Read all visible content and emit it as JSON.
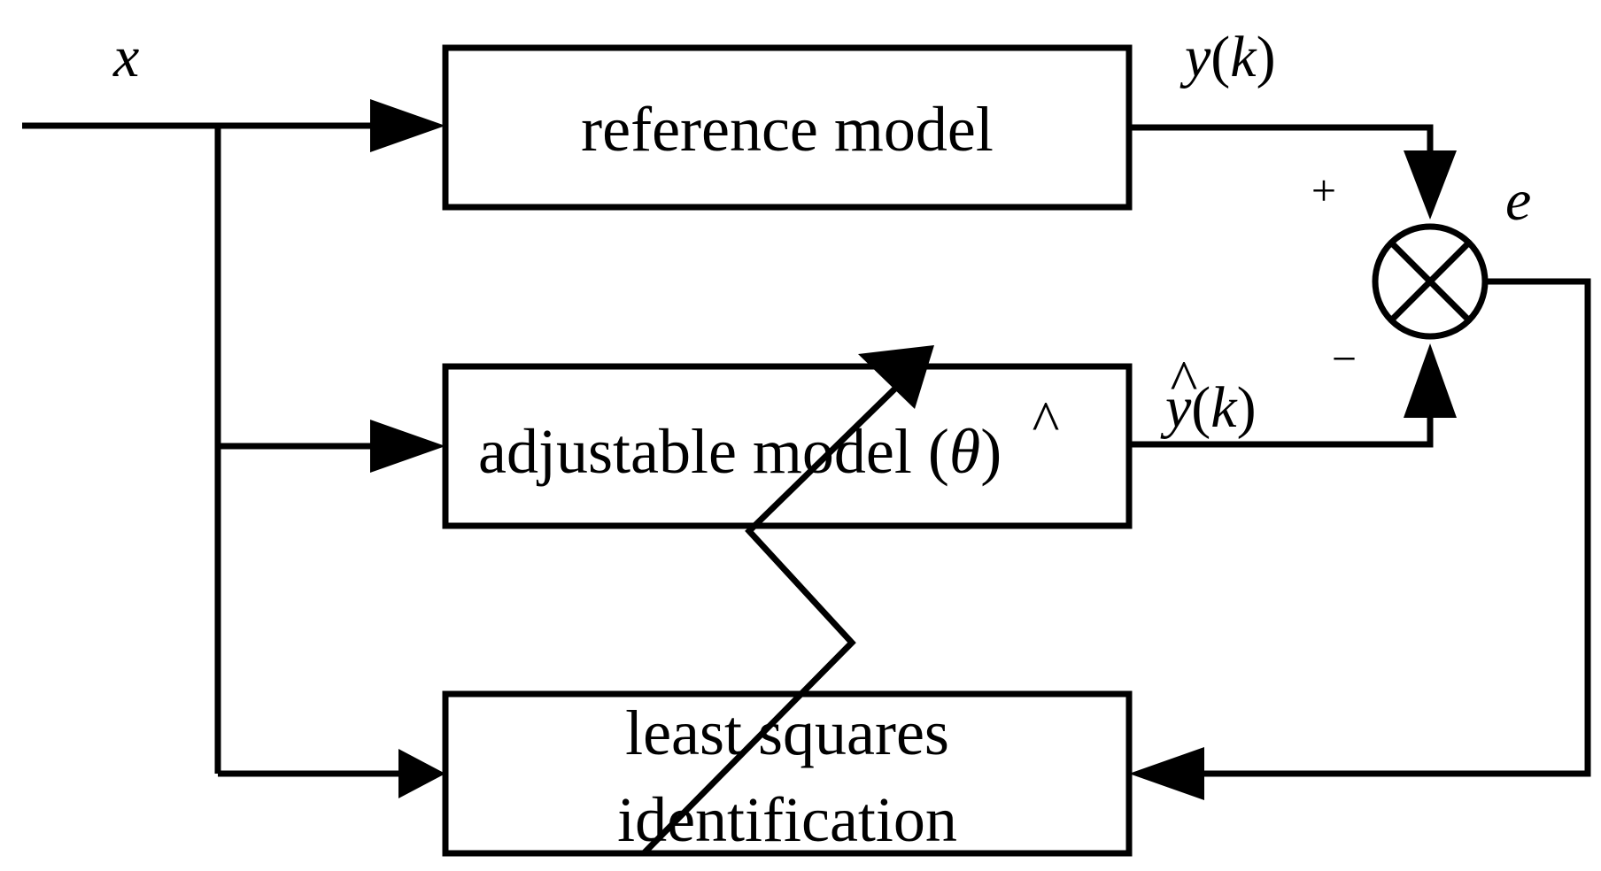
{
  "blocks": {
    "reference_model": "reference model",
    "adjustable_model": "adjustable model (",
    "adjustable_model_param": "θ",
    "adjustable_model_close": ")",
    "least_squares_line1": "least squares",
    "least_squares_line2": "identification"
  },
  "signals": {
    "input": "x",
    "reference_output": "y",
    "reference_output_arg": "k",
    "model_output": "y",
    "model_output_arg": "k",
    "error": "e",
    "plus_sign": "+",
    "minus_sign": "−",
    "hat": "^"
  }
}
